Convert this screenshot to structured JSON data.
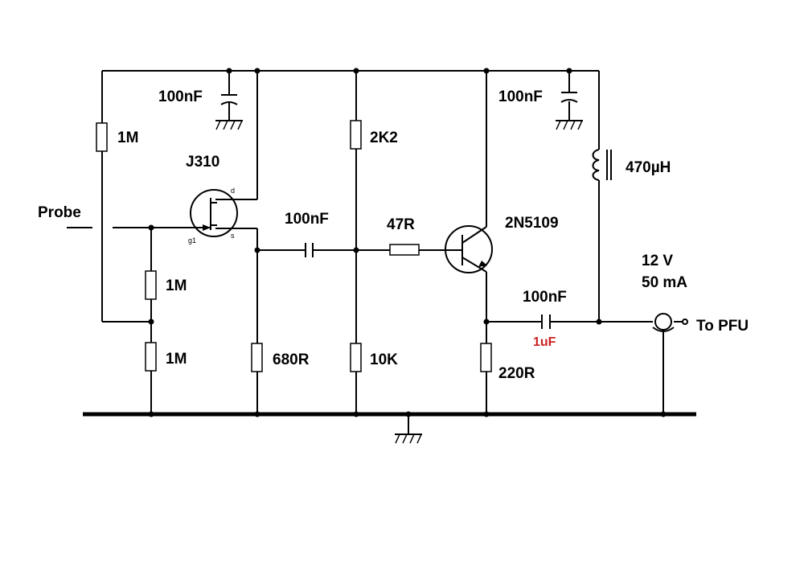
{
  "labels": {
    "probe": "Probe",
    "r_input_1m": "1M",
    "r_gate_top_1m": "1M",
    "r_gate_bottom_1m": "1M",
    "c_decoupling_left": "100nF",
    "fet_part": "J310",
    "fet_drain_pin": "d",
    "fet_gate_pin": "g1",
    "fet_source_pin": "s",
    "c_coupling": "100nF",
    "r_source": "680R",
    "r_bias_top": "2K2",
    "r_bias_bottom": "10K",
    "r_base": "47R",
    "bjt_part": "2N5109",
    "c_decoupling_right": "100nF",
    "inductor": "470µH",
    "c_output": "100nF",
    "c_output_alt": "1uF",
    "r_emitter": "220R",
    "supply_voltage": "12 V",
    "supply_current": "50 mA",
    "output": "To PFU"
  },
  "colors": {
    "ink": "#000000",
    "annotation": "#cc2222",
    "background": "#ffffff"
  }
}
